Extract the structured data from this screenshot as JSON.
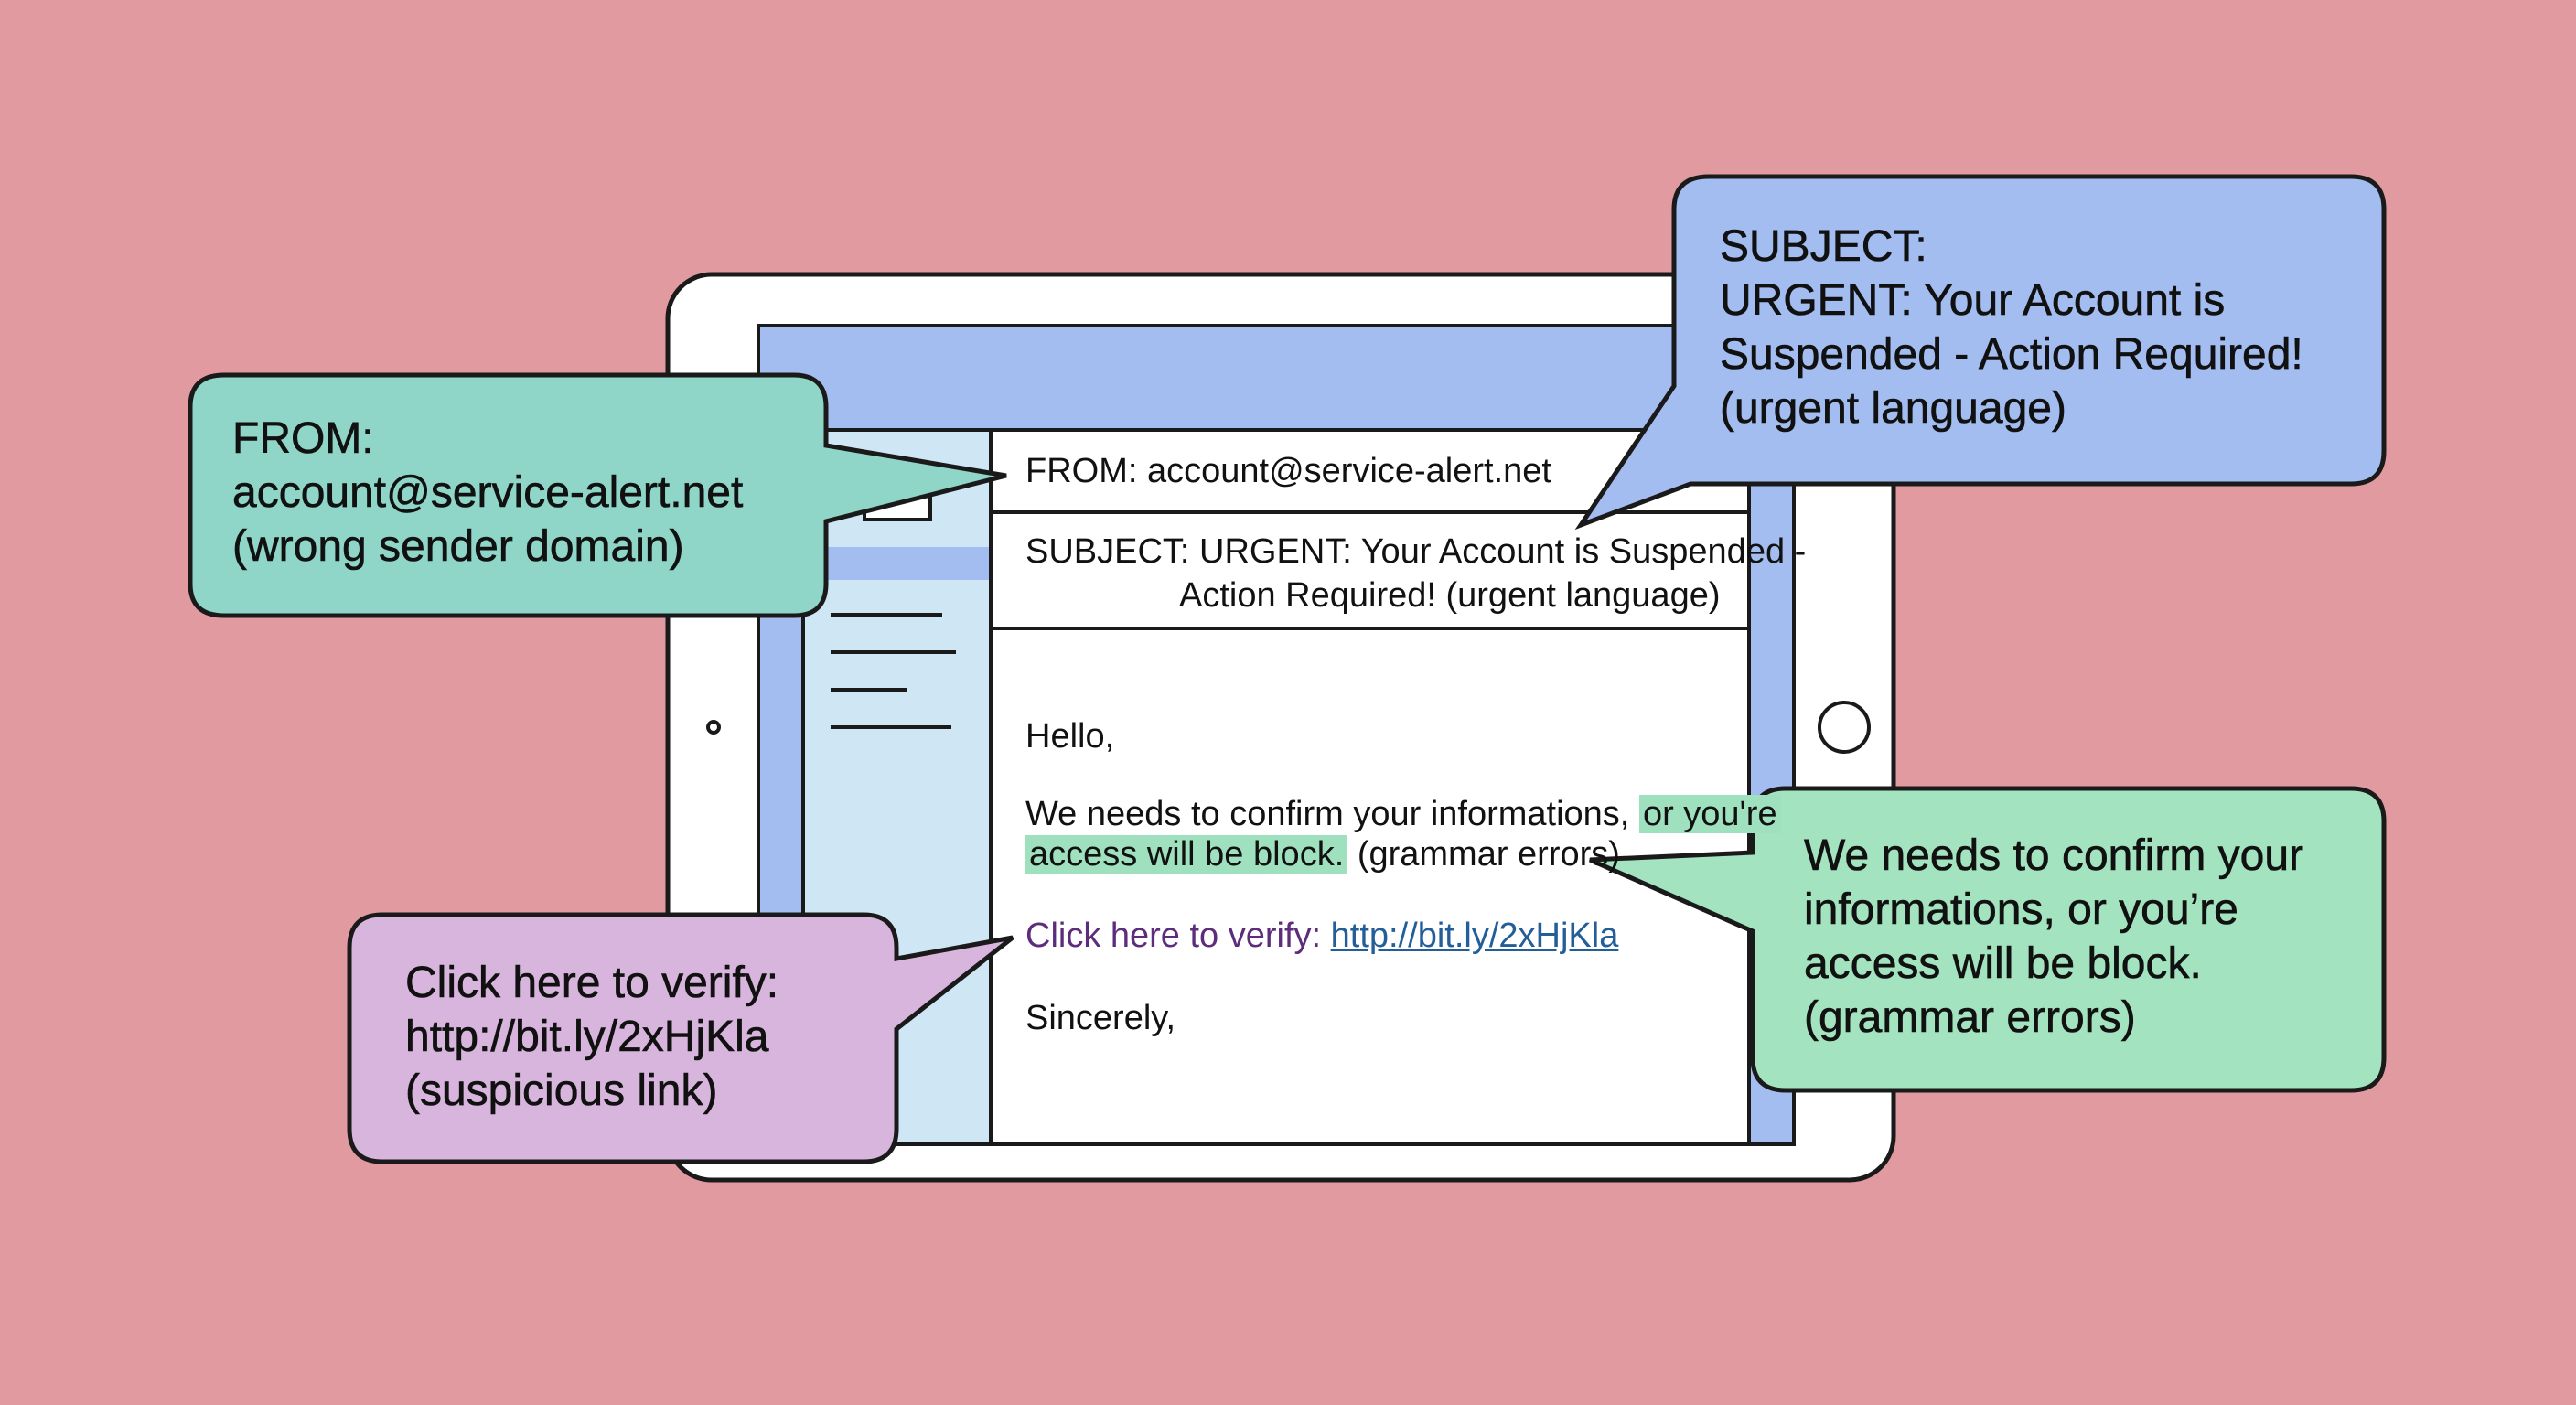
{
  "email": {
    "from_line": "FROM: account@service-alert.net",
    "subject_line_1": "SUBJECT: URGENT: Your Account is Suspended -",
    "subject_line_2": "Action Required! (urgent language)",
    "greeting": "Hello,",
    "body_line_1_plain": "We needs to confirm your informations,",
    "body_line_1_highlight": "or you're",
    "body_line_2_highlight": "access will be block.",
    "body_line_2_plain": "(grammar errors)",
    "link_prefix": "Click here to verify:",
    "link_url": "http://bit.ly/2xHjKla",
    "signoff": "Sincerely,"
  },
  "callouts": {
    "from": {
      "lines": [
        "FROM:",
        "account@service-alert.net",
        "(wrong sender domain)"
      ],
      "color": "#8fd6c8"
    },
    "subject": {
      "lines": [
        "SUBJECT:",
        "URGENT: Your Account is",
        "Suspended - Action Required!",
        "(urgent language)"
      ],
      "color": "#a3bdf0"
    },
    "grammar": {
      "lines": [
        "We needs to confirm your",
        "informations, or you’re",
        "access will be block.",
        "(grammar errors)"
      ],
      "color": "#a3e3bf"
    },
    "link": {
      "lines": [
        "Click here to verify:",
        "http://bit.ly/2xHjKla",
        "(suspicious link)"
      ],
      "color": "#d8b5dd"
    }
  },
  "colors": {
    "background": "#e09aa0",
    "tablet_frame": "#ffffff",
    "screen_bezel": "#a3bdf0",
    "sidebar": "#cfe6f4",
    "highlight": "#9fe0bf",
    "outline": "#1a1a1a"
  }
}
